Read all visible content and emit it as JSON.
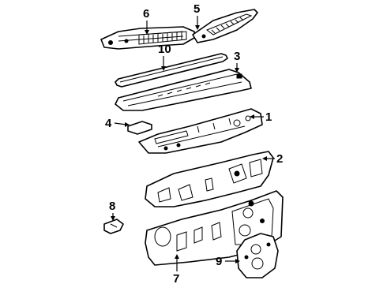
{
  "diagram": {
    "parts": [
      {
        "callout": "1"
      },
      {
        "callout": "2"
      },
      {
        "callout": "3"
      },
      {
        "callout": "4"
      },
      {
        "callout": "5"
      },
      {
        "callout": "6"
      },
      {
        "callout": "7"
      },
      {
        "callout": "8"
      },
      {
        "callout": "9"
      },
      {
        "callout": "10"
      }
    ]
  }
}
